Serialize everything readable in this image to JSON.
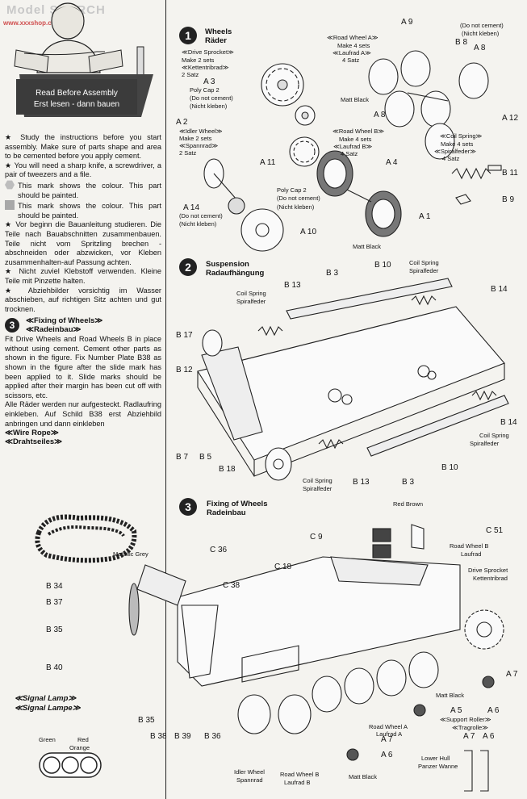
{
  "watermark": {
    "title": "Model SEARCH",
    "url": "www.xxxshop.com"
  },
  "sign": {
    "line1": "Read Before Assembly",
    "line2": "Erst lesen - dann bauen"
  },
  "left": {
    "p1": "★ Study the instructions before you start assembly. Make sure of parts shape and area to be cemented before you apply cement.",
    "p2": "★ You will need a sharp knife, a screwdriver, a pair of tweezers and a file.",
    "p3": "This mark shows the colour. This part should be painted.",
    "p4": "This mark shows the colour. This part should be painted.",
    "p5": "★ Vor beginn die Bauanleitung studieren. Die Teile nach Bauabschnitten zusammenbauen. Teile nicht vom Spritzling brechen - abschneiden oder abzwicken, vor Kleben zusammenhalten-auf Passung achten.",
    "p6": "★ Nicht zuviel Klebstoff verwenden. Kleine Teile mit Pinzette halten.",
    "p7": "★ Abziehbilder vorsichtig im Wasser abschieben, auf richtigen Sitz achten und gut trocknen.",
    "step3_num": "3",
    "step3_en": "≪Fixing of Wheels≫",
    "step3_de": "≪Radeinbau≫",
    "p8": "Fit Drive Wheels and Road Wheels B in place without using cement. Cement other parts as shown in the figure. Fix Number Plate B38 as shown in the figure after the slide mark has been applied to it. Slide marks should be applied after their margin has been cut off with scissors, etc.",
    "p9": "Alle Räder werden nur aufgesteckt. Radlaufring einkleben. Auf Schild B38 erst Abziehbild anbringen und dann einkleben",
    "wire_en": "≪Wire Rope≫",
    "wire_de": "≪Drahtseiles≫"
  },
  "step1": {
    "num": "1",
    "title": "Wheels",
    "subtitle": "Räder",
    "labels": {
      "drive_sprocket": "≪Drive Sprocket≫",
      "make2": "Make 2 sets",
      "kettentribrad": "≪Kettentribrad≫",
      "satz2": "2 Satz",
      "a3": "A 3",
      "polycap": "Poly Cap 2",
      "dnc": "(Do not cement)",
      "nk": "(Nicht kleben)",
      "a2": "A 2",
      "idler": "≪Idler Wheel≫",
      "make2b": "Make 2 sets",
      "spannrad": "≪Spannrad≫",
      "satz2b": "2 Satz",
      "a11": "A 11",
      "a14": "A 14",
      "dnc2": "(Do not cement)",
      "nk2": "(Nicht kleben)",
      "a10": "A 10",
      "polycap2": "Poly Cap 2",
      "dnc3": "(Do not cement)",
      "nk3": "(Nicht kleben)",
      "rwa": "≪Road Wheel A≫",
      "make4": "Make 4 sets",
      "lra": "≪Laufrad A≫",
      "satz4": "4 Satz",
      "a9": "A 9",
      "b8": "B 8",
      "a8": "A 8",
      "a8b": "A 8",
      "a12": "A 12",
      "dnc4": "(Do not cement)",
      "nk4": "(Nicht kleben)",
      "mattblack": "Matt Black",
      "rwb": "≪Road Wheel B≫",
      "make4b": "Make 4 sets",
      "lrb": "≪Laufrad B≫",
      "satz4b": "4 Satz",
      "a4": "A 4",
      "a1": "A 1",
      "mattblack2": "Matt Black",
      "coil": "≪Coil Spring≫",
      "make4c": "Make 4 sets",
      "spiral": "≪Spiralfeder≫",
      "satz4c": "4 Satz",
      "b11": "B 11",
      "b9": "B 9"
    }
  },
  "step2": {
    "num": "2",
    "title": "Suspension",
    "subtitle": "Radaufhängung",
    "labels": {
      "b3": "B 3",
      "b10": "B 10",
      "coil1": "Coil Spring",
      "sp1": "Spiralfeder",
      "b13": "B 13",
      "b14": "B 14",
      "coil2": "Coil Spring",
      "sp2": "Spiralfeder",
      "b17": "B 17",
      "b12": "B 12",
      "b7": "B 7",
      "b5": "B 5",
      "b18": "B 18",
      "coil3": "Coil Spring",
      "sp3": "Spiralfeder",
      "b13b": "B 13",
      "b3b": "B 3",
      "b10b": "B 10",
      "b14b": "B 14",
      "coil4": "Coil Spring",
      "sp4": "Spiralfeder"
    }
  },
  "step3": {
    "num": "3",
    "title": "Fixing of Wheels",
    "subtitle": "Radeinbau",
    "labels": {
      "redbrown": "Red Brown",
      "c9": "C 9",
      "c51": "C 51",
      "c18": "C 18",
      "c36": "C 36",
      "c38": "C 38",
      "metallic": "Metallic Grey",
      "b34": "B 34",
      "b37": "B 37",
      "b35": "B 35",
      "b40": "B 40",
      "b35b": "B 35",
      "b38": "B 38",
      "b39": "B 39",
      "b36": "B 36",
      "rwb_en": "Road Wheel B",
      "rwb_de": "Laufrad",
      "ds_en": "Drive Sprocket",
      "ds_de": "Kettentribrad",
      "a7": "A 7",
      "mattblack": "Matt Black",
      "a5": "A 5",
      "a6": "A 6",
      "support": "≪Support Roller≫",
      "tragrolle": "≪Tragrolle≫",
      "rwa_en": "Road Wheel A",
      "rwa_de": "Laufrad A",
      "a7b": "A 7",
      "a6b": "A 6",
      "mattblack2": "Matt Black",
      "idler_en": "Idler Wheel",
      "idler_de": "Spannrad",
      "rwb2_en": "Road Wheel B",
      "rwb2_de": "Laufrad B",
      "a7c": "A 7",
      "a6c": "A 6",
      "hull_en": "Lower Hull",
      "hull_de": "Panzer Wanne"
    }
  },
  "signal": {
    "en": "≪Signal Lamp≫",
    "de": "≪Signal Lampe≫",
    "green": "Green",
    "orange": "Orange",
    "red": "Red"
  },
  "colors": {
    "ink": "#111111",
    "paper": "#f4f3ef",
    "grey": "#bdbdbd",
    "tire": "#555555"
  }
}
